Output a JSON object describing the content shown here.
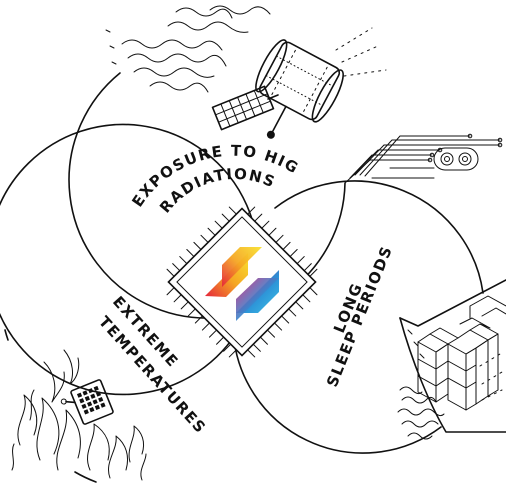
{
  "labels": {
    "radiation_line1": "EXPOSURE TO HIGH",
    "radiation_line2": "RADIATIONS",
    "temperature_line1": "EXTREME",
    "temperature_line2": "TEMPERATURES",
    "sleep_line1": "LONG",
    "sleep_line2": "SLEEP PERIODS"
  },
  "icons": {
    "top": "satellite-icon",
    "bottom_left": "fire-icon",
    "bottom_right": "cargo-ship-icon",
    "center": "microchip-icon",
    "circuit": "circuit-board-icon"
  },
  "colors": {
    "line": "#111111",
    "logo_red": "#e5243b",
    "logo_orange": "#f5a623",
    "logo_yellow": "#f9e231",
    "logo_magenta": "#d91c73",
    "logo_blue": "#2b8fd6",
    "logo_cyan": "#3fc3e6"
  }
}
